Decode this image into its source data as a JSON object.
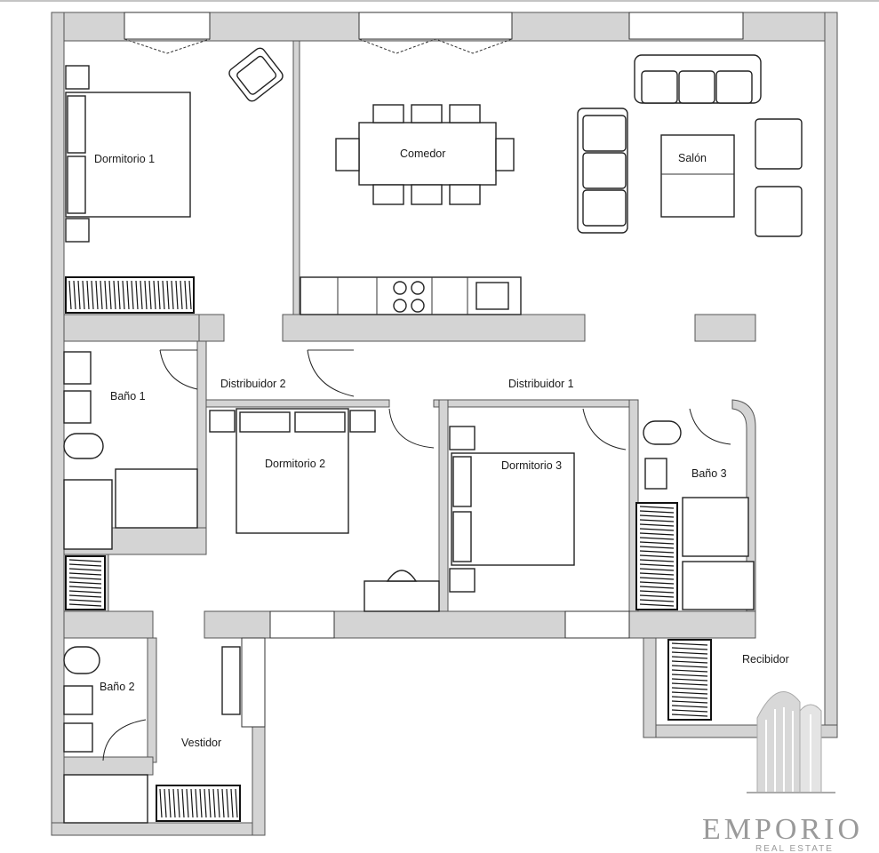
{
  "rooms": {
    "dormitorio1": "Dormitorio 1",
    "comedor": "Comedor",
    "salon": "Salón",
    "bano1": "Baño 1",
    "distribuidor2": "Distribuidor 2",
    "distribuidor1": "Distribuidor 1",
    "dormitorio2": "Dormitorio 2",
    "dormitorio3": "Dormitorio 3",
    "bano3": "Baño 3",
    "bano2": "Baño 2",
    "recibidor": "Recibidor",
    "vestidor": "Vestidor"
  },
  "brand": {
    "name": "EMPORIO",
    "tagline": "REAL ESTATE"
  },
  "colors": {
    "wall": "#d4d4d4",
    "line": "#222222",
    "brand": "#9a9a9a"
  }
}
